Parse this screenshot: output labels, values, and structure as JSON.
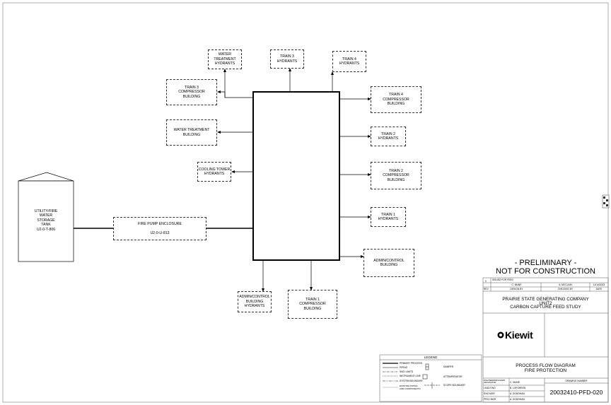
{
  "diagram": {
    "tank": "UTILITY/FIRE\nWATER\nSTORAGE\nTANK\nU2-0-T-806",
    "fire_pump": "FIRE PUMP ENCLOSURE\n\nU2-0-U-813",
    "nodes": {
      "water_treatment_hydrants": "WATER\nTREATMENT\nHYDRANTS",
      "train3_hydrants": "TRAIN 3\nHYDRANTS",
      "train4_hydrants": "TRAIN 4\nHYDRANTS",
      "train3_compressor": "TRAIN 3\nCOMPRESSOR\nBUILDING",
      "train4_compressor": "TRAIN 4\nCOMPRESSOR\nBUILDING",
      "water_treatment_building": "WATER TREATMENT\nBUILDING",
      "train2_hydrants": "TRAIN 2\nHYDRANTS",
      "cooling_tower_hydrants": "COOLING TOWER\nHYDRANTS",
      "train2_compressor": "TRAIN 2\nCOMPRESSOR\nBUILDING",
      "train1_hydrants": "TRAIN 1\nHYDRANTS",
      "admin_control_building": "ADMIN/CONTROL\nBUILDING",
      "admin_control_hydrants": "ADMIN/CONTROL\nBUILDING\nHYDRANTS",
      "train1_compressor": "TRAIN 1\nCOMPRESSOR\nBUILDING"
    }
  },
  "stamp": {
    "line1": "- PRELIMINARY -",
    "line2": "NOT FOR CONSTRUCTION"
  },
  "title_block": {
    "rev": "0",
    "rev_desc": "ISSUED FOR FEED",
    "designer": "C. MUNE",
    "checker": "A. MCCLAIN",
    "date": "11/14/2023",
    "hdr_rev": "REV",
    "hdr_design": "DESIGN BY",
    "hdr_check": "CHECKED BY",
    "hdr_date": "DATE",
    "company1": "PRAIRIE STATE GENERATING COMPANY",
    "company2": "UNIT2",
    "company3": "CARBON CAPTURE FEED STUDY",
    "logo": "Kiewit",
    "drawing_title1": "PROCESS FLOW DIAGRAM",
    "drawing_title2": "FIRE PROTECTION",
    "drawing_number_label": "DRAWING NUMBER",
    "drawing_number": "20032410-PFD-020",
    "sig_rows": [
      {
        "role": "ENGINEER/DESIGNER\nORIGINATOR",
        "name": "C. MUNE"
      },
      {
        "role": "LEAD ENG",
        "name": "B. LOFGREEN"
      },
      {
        "role": "ENG MGR",
        "name": "A. DONOHAN"
      },
      {
        "role": "PROJ MGR",
        "name": "A. DONOHAN"
      }
    ]
  },
  "legend": {
    "title": "LEGEND",
    "left": [
      "PRIMARY PROCESS",
      "PIPING",
      "SKID LIMITS",
      "INSTRUMENT LINE",
      "SYSTEM BOUNDARY",
      "EXISTING PIPING\nAND COMPONENTS"
    ],
    "right": [
      "DAMPER",
      "ATTEMPERATOR",
      "SCOPE BOUNDARY"
    ]
  }
}
